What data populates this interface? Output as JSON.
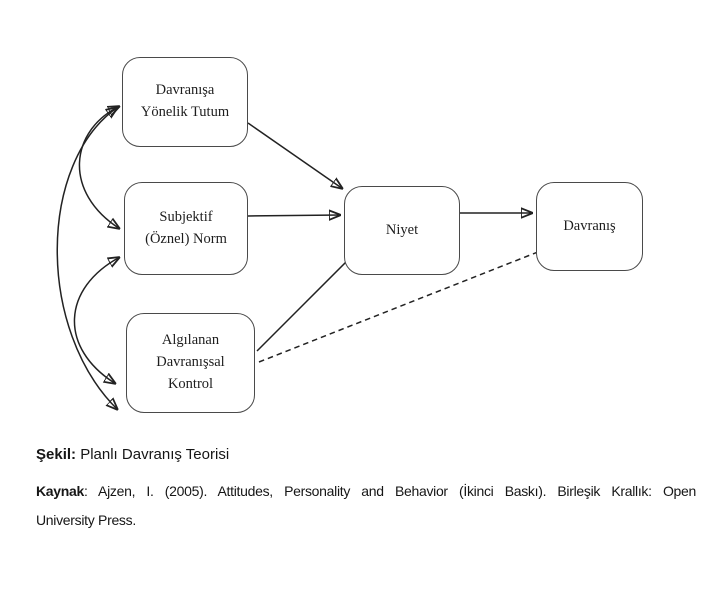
{
  "figure": {
    "nodes": [
      {
        "id": "attitude",
        "label": "Davranışa\nYönelik Tutum"
      },
      {
        "id": "subjective-norm",
        "label": "Subjektif\n(Öznel) Norm"
      },
      {
        "id": "pbc",
        "label": "Algılanan\nDavranışsal\nKontrol"
      },
      {
        "id": "intention",
        "label": "Niyet"
      },
      {
        "id": "behavior",
        "label": "Davranış"
      }
    ],
    "edges": [
      {
        "from": "Davranışa Yönelik Tutum",
        "to": "Niyet",
        "style": "solid-arrow"
      },
      {
        "from": "Subjektif (Öznel) Norm",
        "to": "Niyet",
        "style": "solid-arrow"
      },
      {
        "from": "Algılanan Davranışsal Kontrol",
        "to": "Niyet",
        "style": "solid-arrow"
      },
      {
        "from": "Niyet",
        "to": "Davranış",
        "style": "solid-arrow"
      },
      {
        "from": "Algılanan Davranışsal Kontrol",
        "to": "Davranış",
        "style": "dashed-arrow"
      },
      {
        "from": "Davranışa Yönelik Tutum",
        "to": "Subjektif (Öznel) Norm",
        "style": "curved-bidirectional"
      },
      {
        "from": "Davranışa Yönelik Tutum",
        "to": "Algılanan Davranışsal Kontrol",
        "style": "curved-bidirectional"
      },
      {
        "from": "Subjektif (Öznel) Norm",
        "to": "Algılanan Davranışsal Kontrol",
        "style": "curved-bidirectional"
      }
    ]
  },
  "caption": {
    "label": "Şekil:",
    "text": " Planlı Davranış Teorisi"
  },
  "source": {
    "label": "Kaynak",
    "line1_rest": ": Ajzen, I. (2005). Attitudes, Personality and Behavior (İkinci Baskı). Birleşik Krallık: Open",
    "line2": "University Press."
  },
  "colors": {
    "background": "#ffffff",
    "line": "#222222",
    "box_border": "#4a4a4a",
    "text": "#1c1c1c"
  }
}
